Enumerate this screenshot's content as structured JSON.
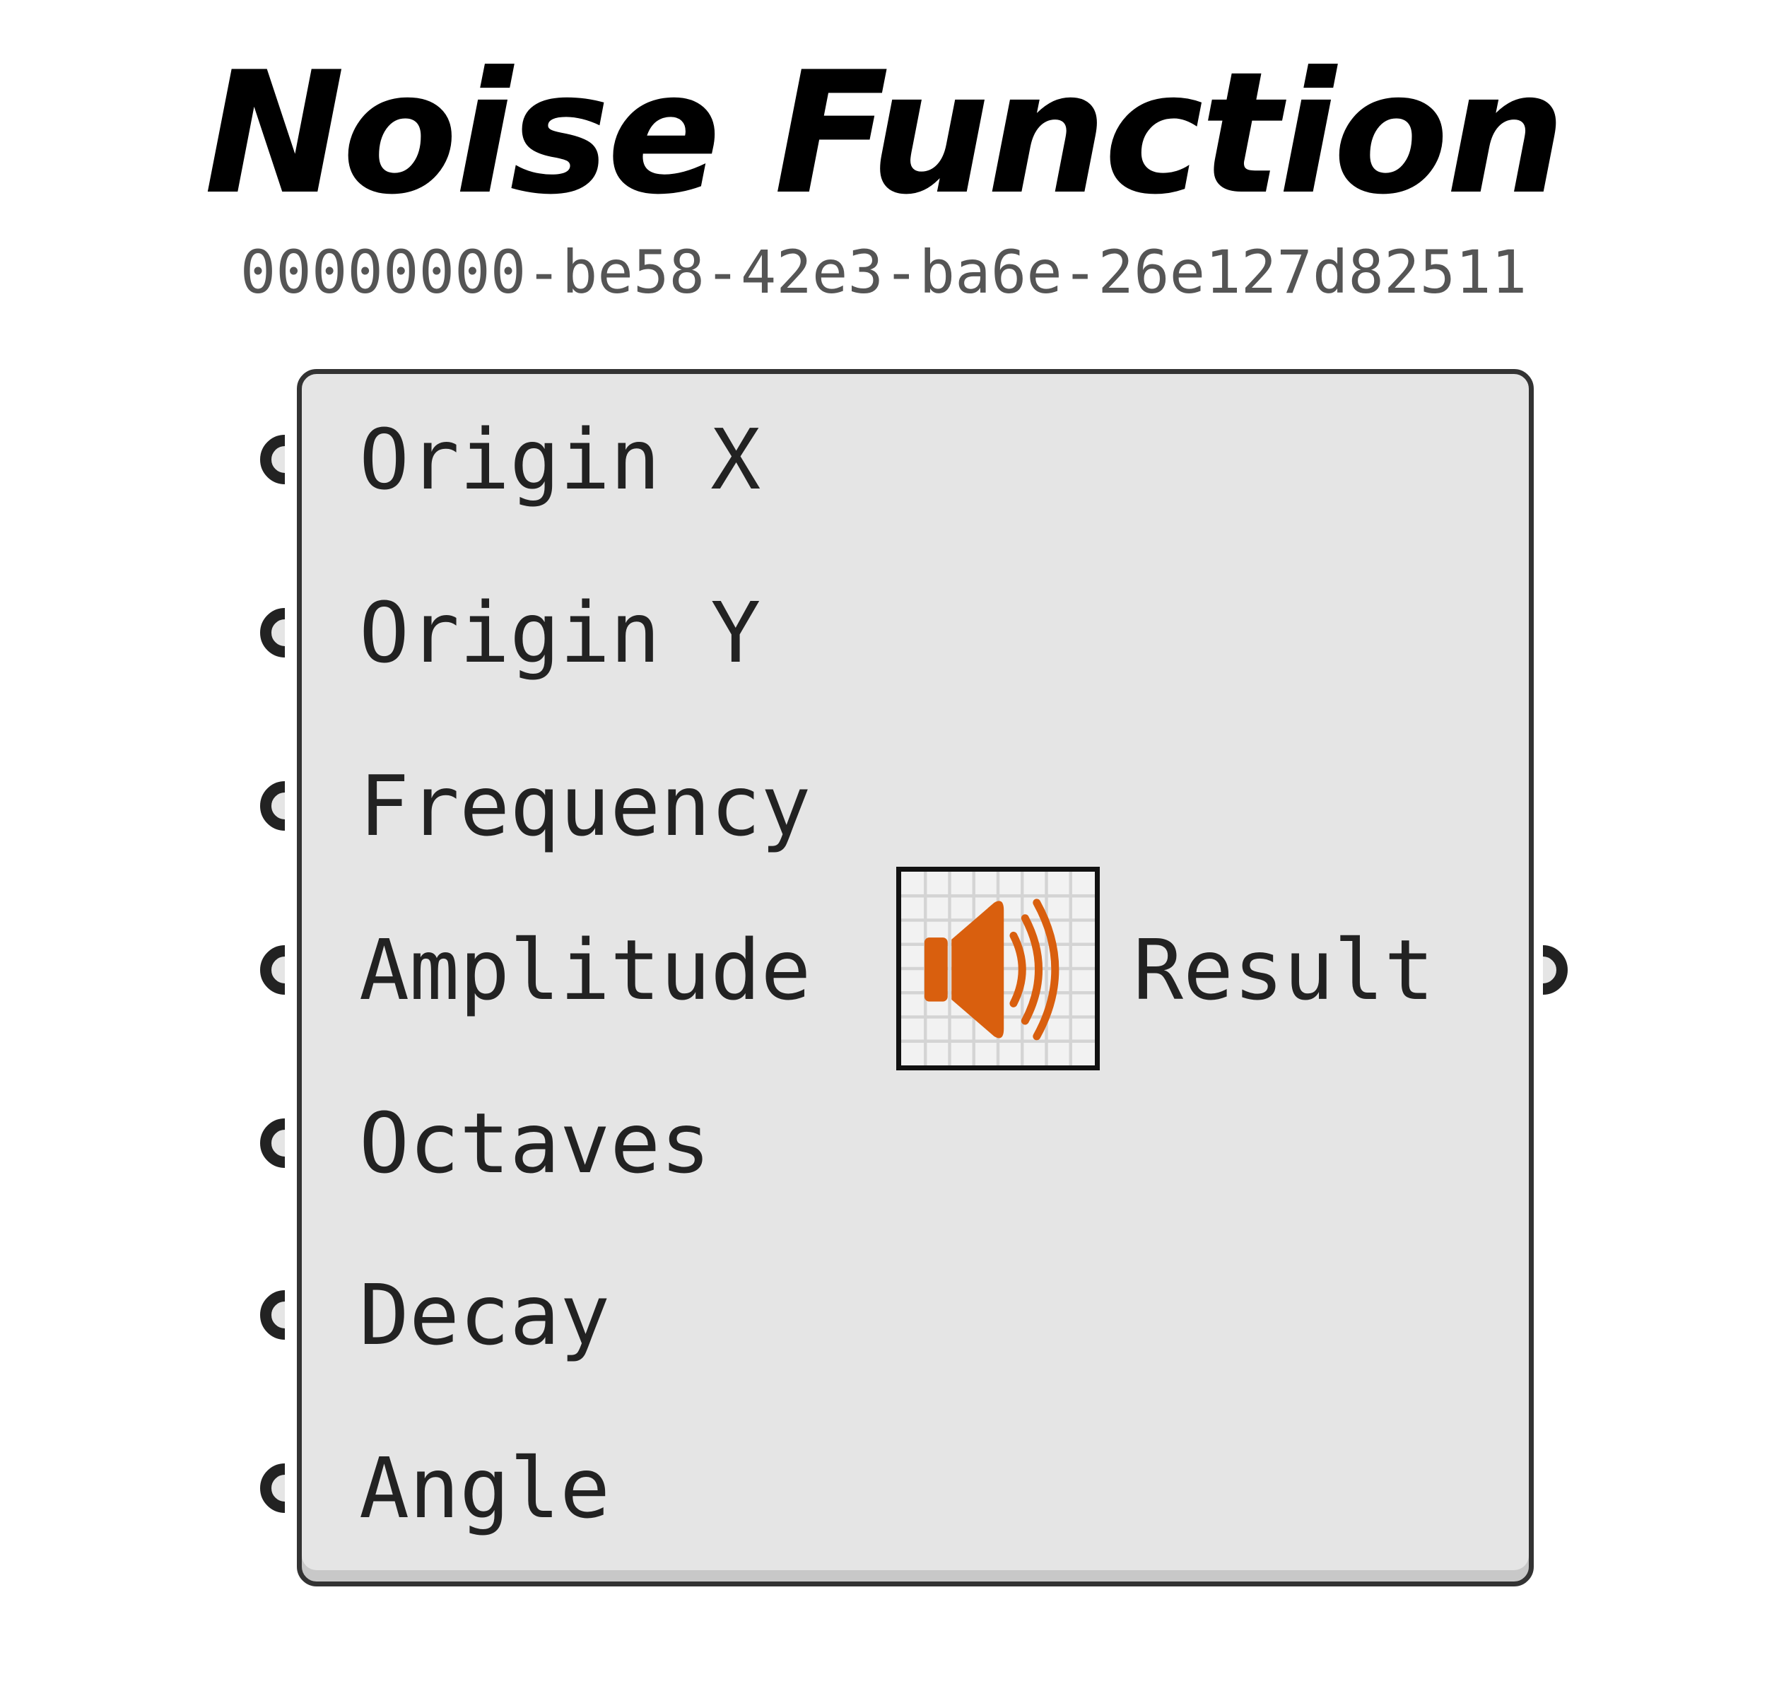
{
  "title": "Noise Function",
  "guid": "00000000-be58-42e3-ba6e-26e127d82511",
  "component": {
    "inputs": [
      {
        "label": "Origin X"
      },
      {
        "label": "Origin Y"
      },
      {
        "label": "Frequency"
      },
      {
        "label": "Amplitude"
      },
      {
        "label": "Octaves"
      },
      {
        "label": "Decay"
      },
      {
        "label": "Angle"
      }
    ],
    "outputs": [
      {
        "label": "Result"
      }
    ],
    "icon": "speaker-icon",
    "icon_color": "#d95f0e",
    "border_color": "#333333",
    "background_color": "#e5e5e5"
  }
}
